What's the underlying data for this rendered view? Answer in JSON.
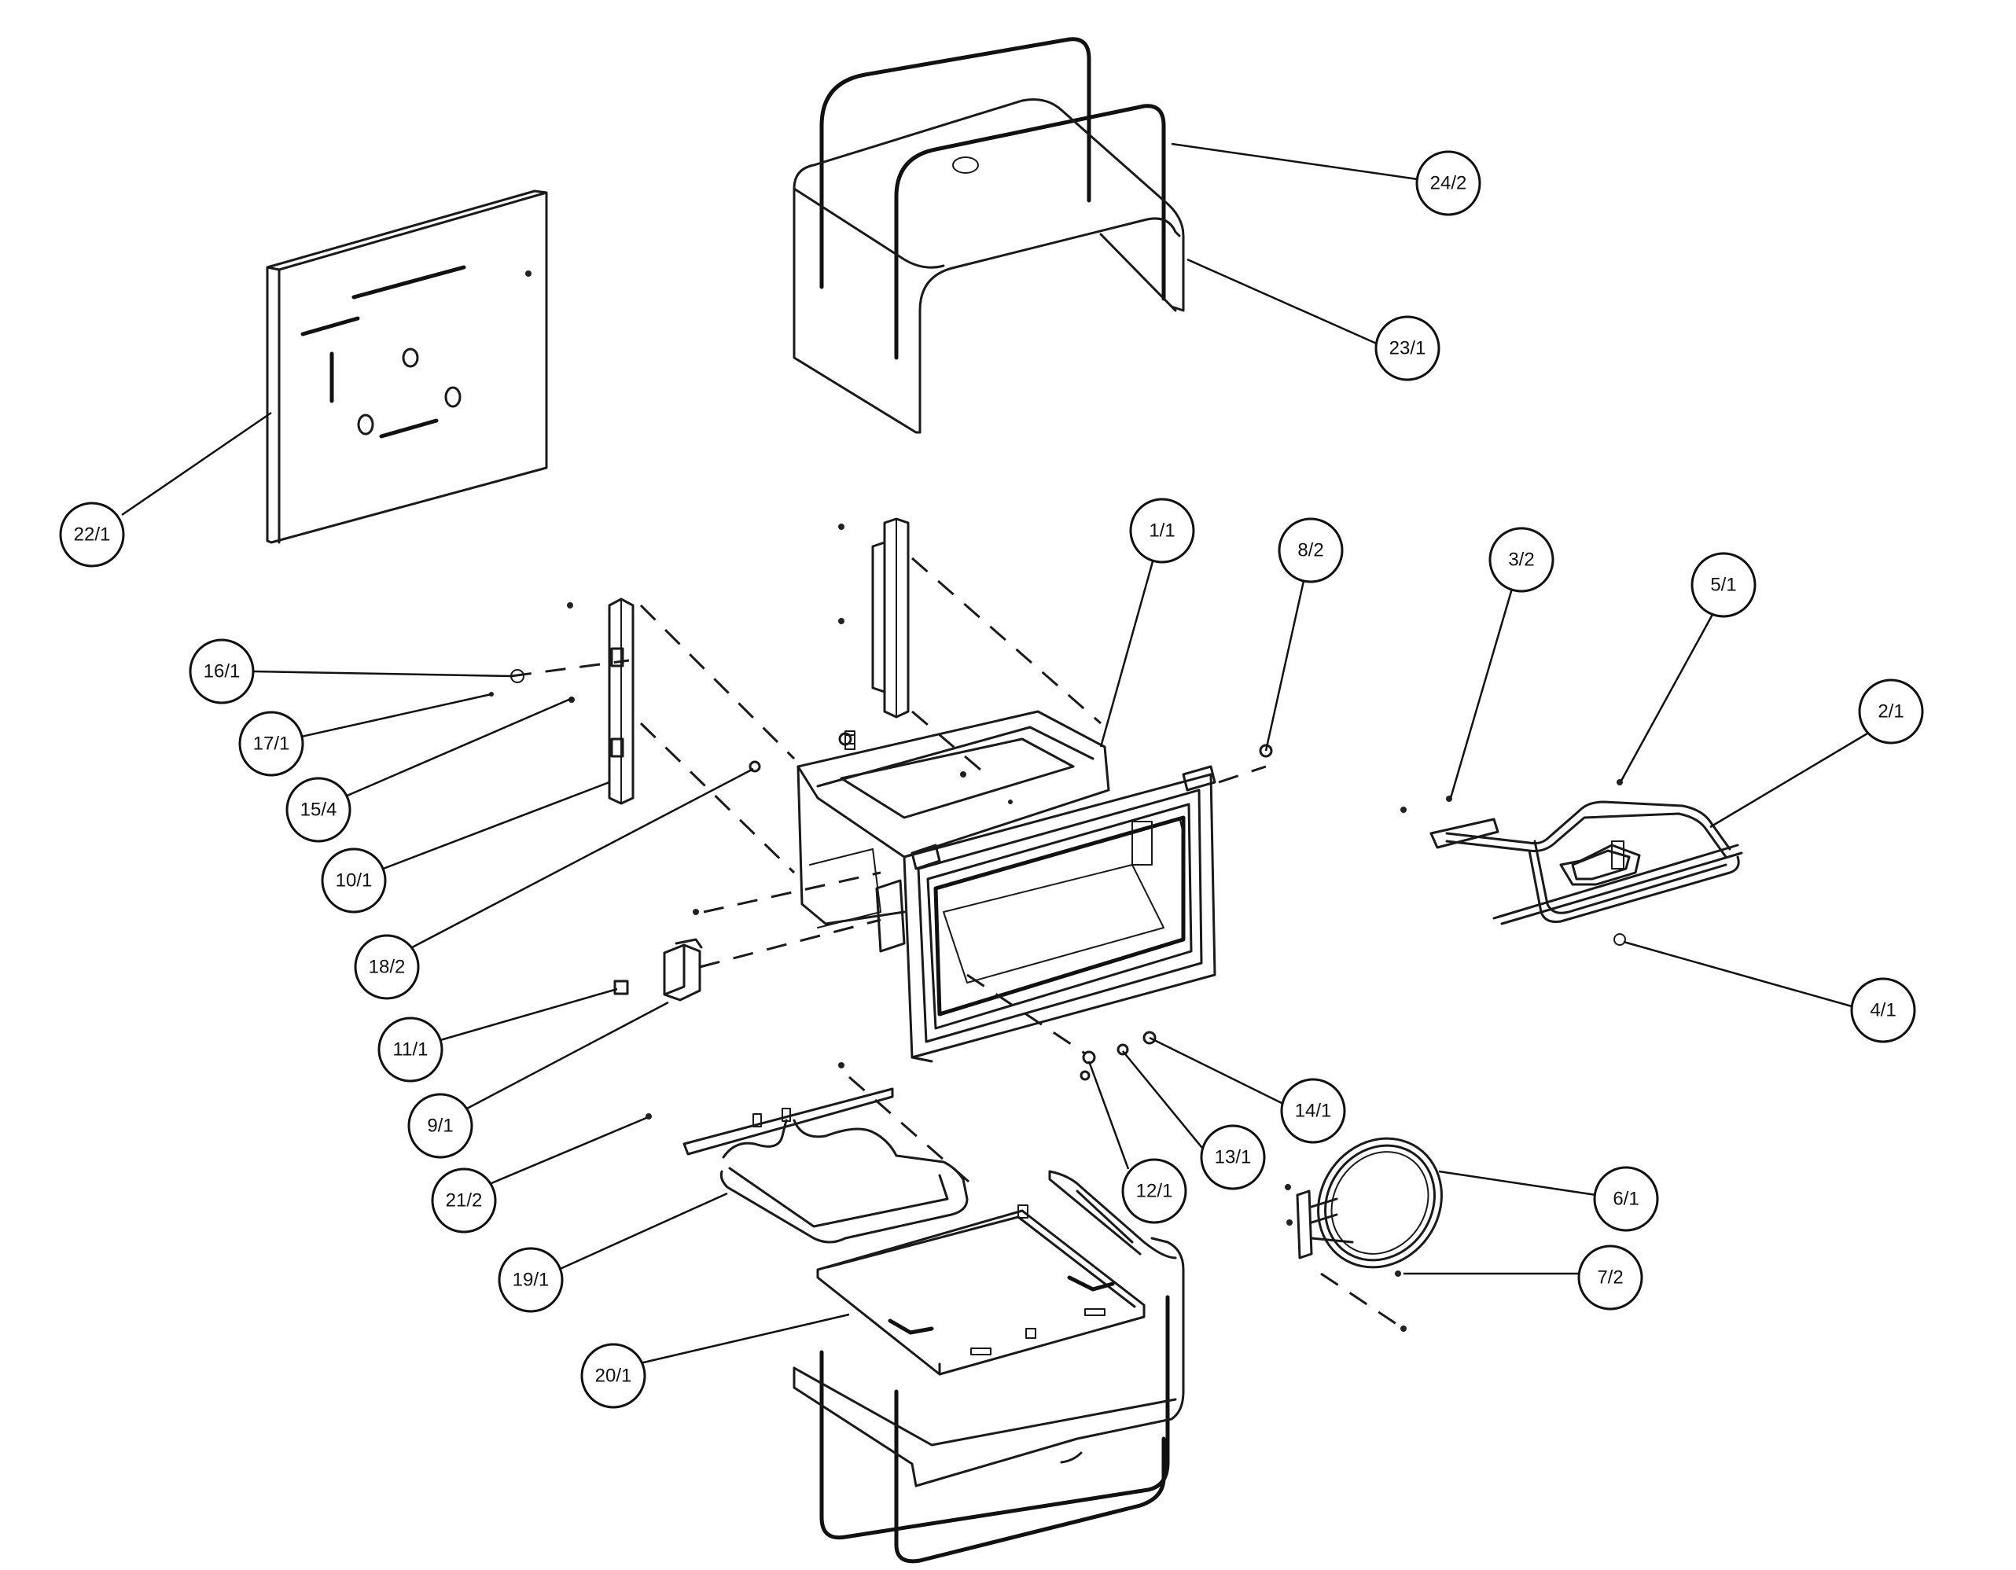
{
  "callouts": [
    {
      "id": "c-24-2",
      "label": "24/2"
    },
    {
      "id": "c-23-1",
      "label": "23/1"
    },
    {
      "id": "c-22-1",
      "label": "22/1"
    },
    {
      "id": "c-1-1",
      "label": "1/1"
    },
    {
      "id": "c-8-2",
      "label": "8/2"
    },
    {
      "id": "c-3-2",
      "label": "3/2"
    },
    {
      "id": "c-5-1",
      "label": "5/1"
    },
    {
      "id": "c-2-1",
      "label": "2/1"
    },
    {
      "id": "c-16-1",
      "label": "16/1"
    },
    {
      "id": "c-17-1",
      "label": "17/1"
    },
    {
      "id": "c-15-4",
      "label": "15/4"
    },
    {
      "id": "c-10-1",
      "label": "10/1"
    },
    {
      "id": "c-18-2",
      "label": "18/2"
    },
    {
      "id": "c-4-1",
      "label": "4/1"
    },
    {
      "id": "c-11-1",
      "label": "11/1"
    },
    {
      "id": "c-9-1",
      "label": "9/1"
    },
    {
      "id": "c-14-1",
      "label": "14/1"
    },
    {
      "id": "c-13-1",
      "label": "13/1"
    },
    {
      "id": "c-12-1",
      "label": "12/1"
    },
    {
      "id": "c-21-2",
      "label": "21/2"
    },
    {
      "id": "c-6-1",
      "label": "6/1"
    },
    {
      "id": "c-19-1",
      "label": "19/1"
    },
    {
      "id": "c-7-2",
      "label": "7/2"
    },
    {
      "id": "c-20-1",
      "label": "20/1"
    }
  ]
}
